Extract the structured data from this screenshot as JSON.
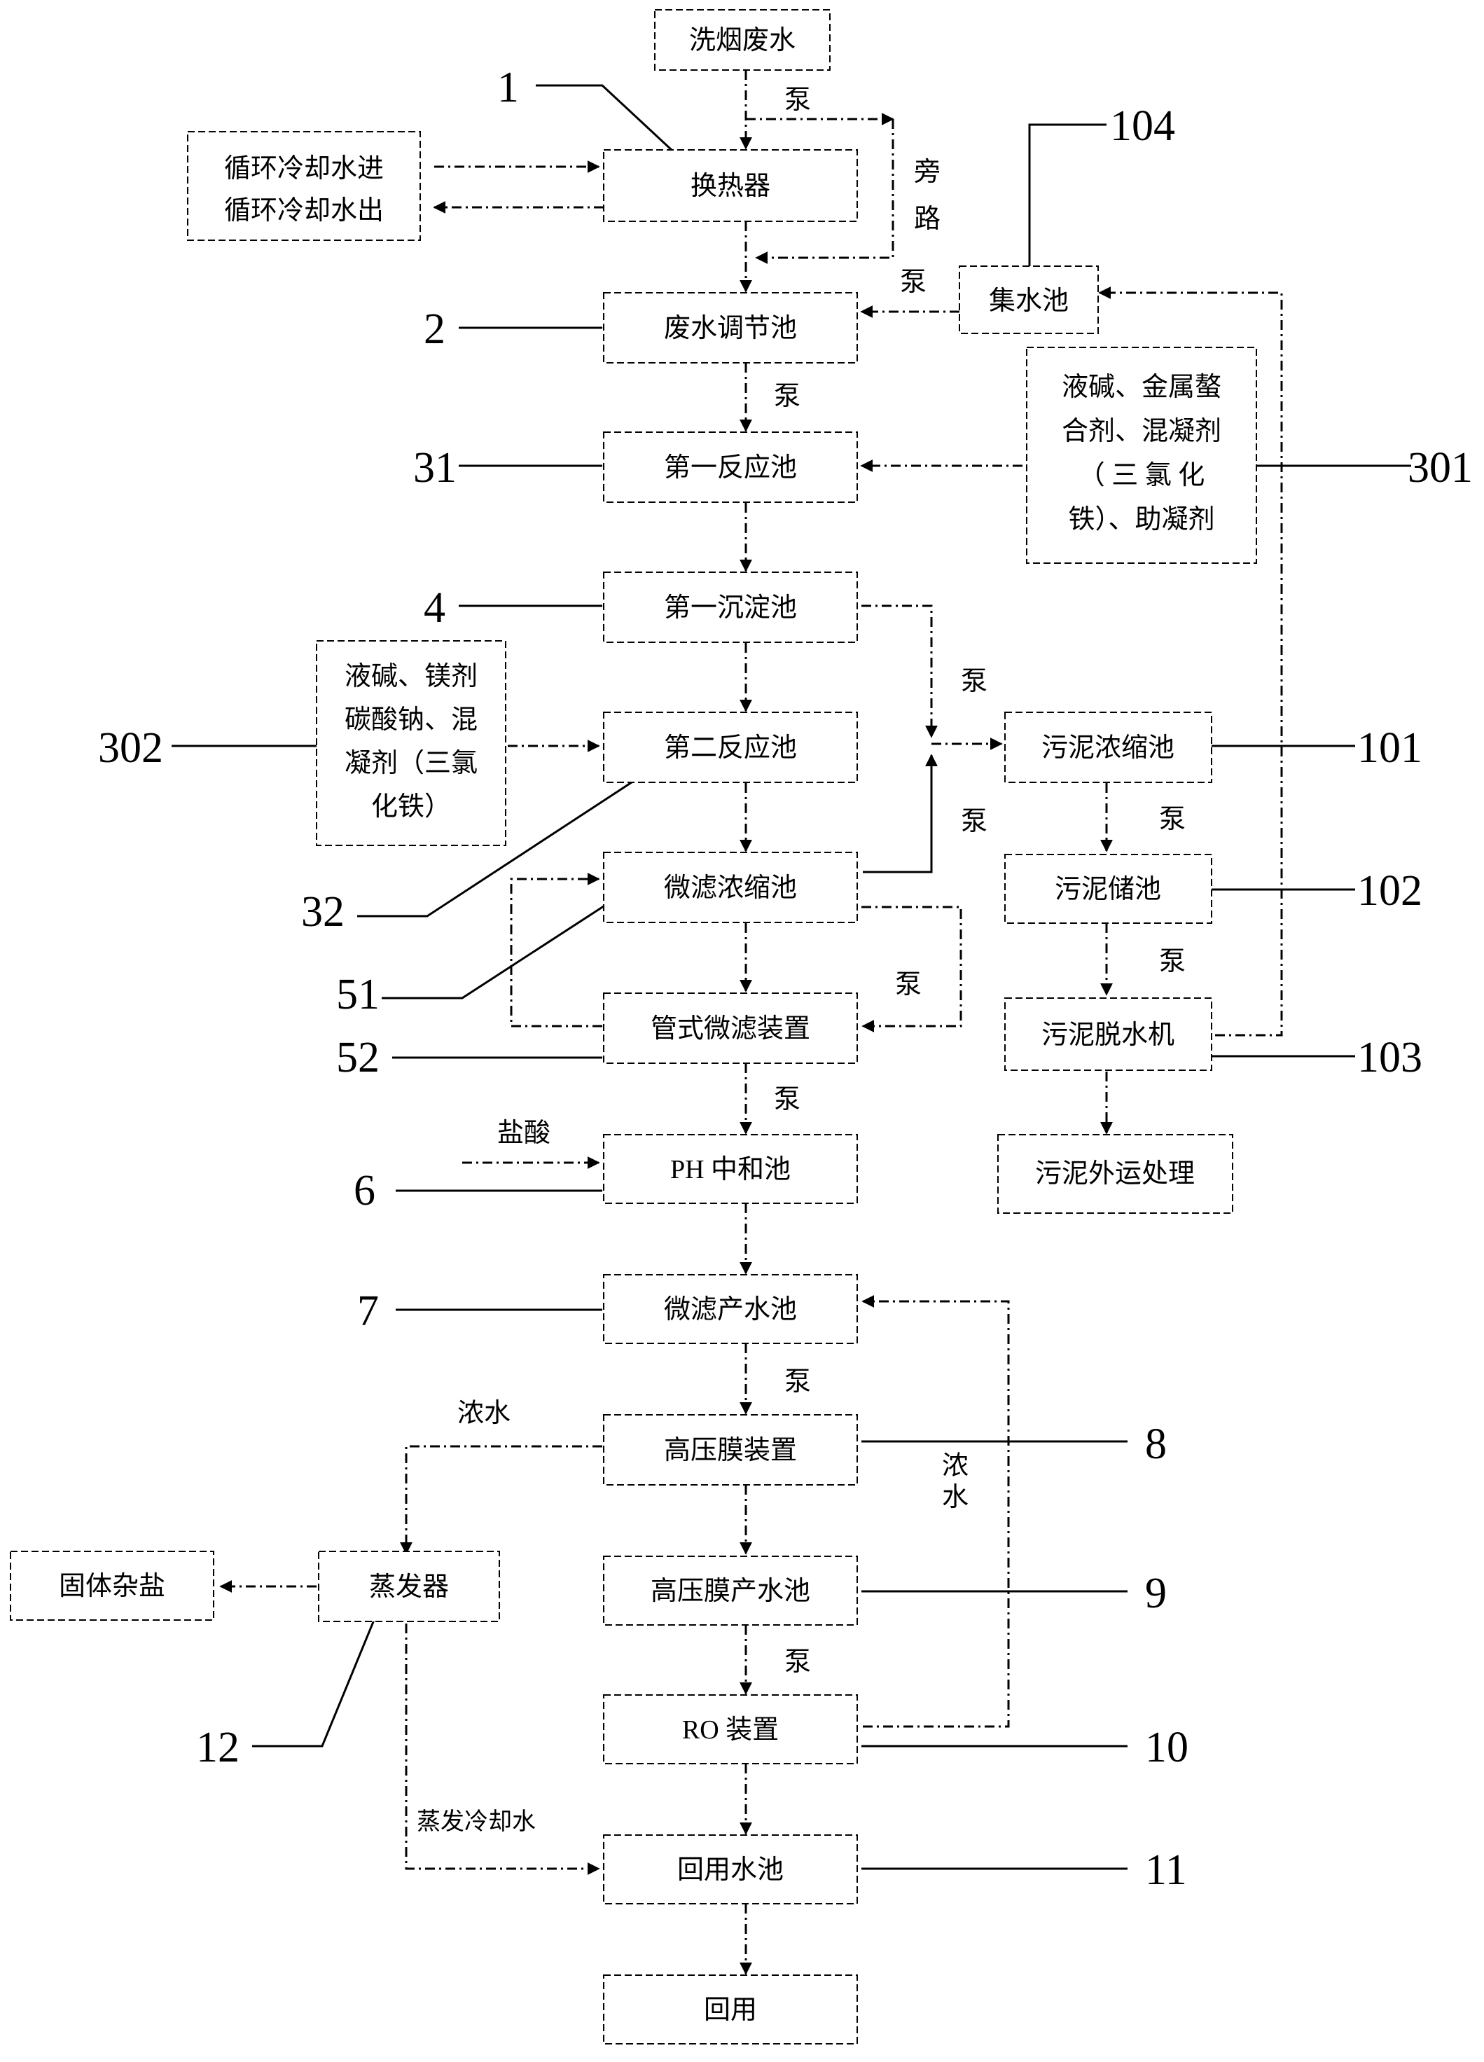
{
  "diagram": {
    "nodes": {
      "wastewater_in": "洗烟废水",
      "cooling_water": [
        "循环冷却水进",
        "循环冷却水出"
      ],
      "heat_exchanger": "换热器",
      "collection_tank": "集水池",
      "regulating_tank": "废水调节池",
      "reagents_1": [
        "液碱、金属螯",
        "合剂、混凝剂",
        "（ 三 氯 化",
        "铁）、助凝剂"
      ],
      "reaction_tank_1": "第一反应池",
      "sedimentation_tank_1": "第一沉淀池",
      "reagents_2": [
        "液碱、镁剂",
        "碳酸钠、混",
        "凝剂（三氯",
        "化铁）"
      ],
      "reaction_tank_2": "第二反应池",
      "sludge_thickener": "污泥浓缩池",
      "mf_concentrate_tank": "微滤浓缩池",
      "sludge_storage": "污泥储池",
      "tubular_mf": "管式微滤装置",
      "sludge_dewaterer": "污泥脱水机",
      "sludge_disposal": "污泥外运处理",
      "ph_tank": "PH 中和池",
      "mf_product_tank": "微滤产水池",
      "hp_membrane": "高压膜装置",
      "solid_salt": "固体杂盐",
      "evaporator": "蒸发器",
      "hp_product_tank": "高压膜产水池",
      "ro": "RO 装置",
      "reuse_tank": "回用水池",
      "reuse": "回用"
    },
    "flow_labels": {
      "pump": "泵",
      "bypass": [
        "旁",
        "路"
      ],
      "hcl": "盐酸",
      "concentrate": "浓水",
      "concentrate_vertical": [
        "浓",
        "水"
      ],
      "evap_cooling": "蒸发冷却水"
    },
    "ref_numbers": {
      "n1": "1",
      "n104": "104",
      "n2": "2",
      "n31": "31",
      "n301": "301",
      "n4": "4",
      "n302": "302",
      "n101": "101",
      "n32": "32",
      "n102": "102",
      "n51": "51",
      "n52": "52",
      "n103": "103",
      "n6": "6",
      "n7": "7",
      "n8": "8",
      "n12": "12",
      "n9": "9",
      "n10": "10",
      "n11": "11"
    }
  }
}
